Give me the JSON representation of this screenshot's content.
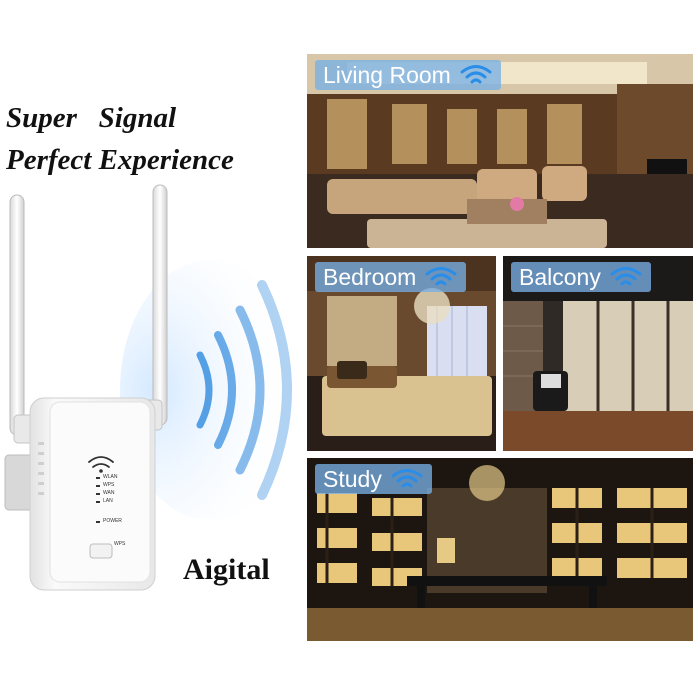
{
  "tagline": {
    "line1": "Super   Signal",
    "line2": "Perfect Experience"
  },
  "brand": "Aigital",
  "device": {
    "leds": [
      "WLAN",
      "WPS",
      "WAN",
      "LAN"
    ],
    "power_label": "POWER",
    "wps_label": "WPS"
  },
  "rooms": {
    "living_room": "Living Room",
    "bedroom": "Bedroom",
    "balcony": "Balcony",
    "study": "Study"
  },
  "colors": {
    "label_bg": "#78AFE6",
    "wave": "#3A8FE0"
  }
}
